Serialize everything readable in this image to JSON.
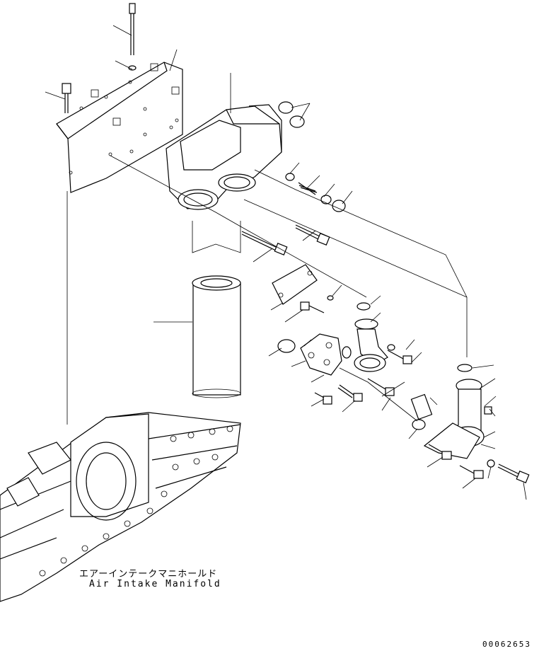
{
  "annotation": {
    "jp": "エアーインテークマニホールド",
    "en": "Air Intake Manifold"
  },
  "doc_number": "00062653"
}
